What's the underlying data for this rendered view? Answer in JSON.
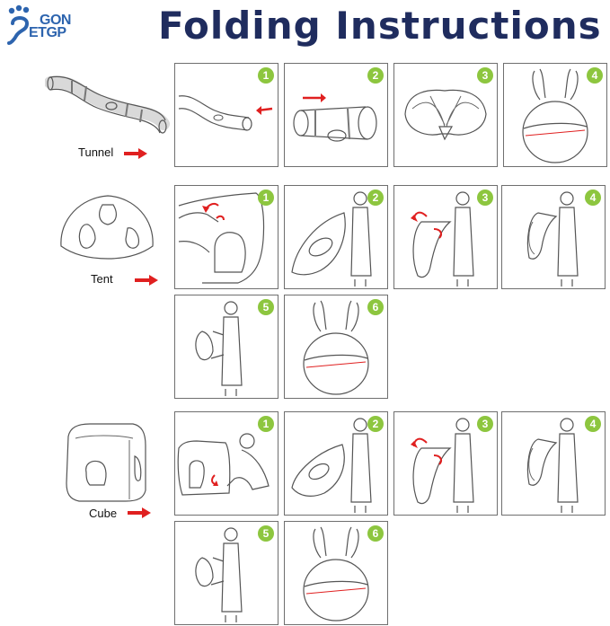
{
  "brand": {
    "line1": "GON",
    "line2": "ETGP",
    "logo_icon": "paw-icon",
    "color": "#2d64ae"
  },
  "title": "Folding Instructions",
  "colors": {
    "title": "#1f2c5e",
    "badge": "#8dc63f",
    "arrow": "#e02020",
    "border": "#6f6f6f"
  },
  "sections": [
    {
      "label": "Tunnel",
      "steps": [
        "1",
        "2",
        "3",
        "4"
      ]
    },
    {
      "label": "Tent",
      "steps": [
        "1",
        "2",
        "3",
        "4",
        "5",
        "6"
      ]
    },
    {
      "label": "Cube",
      "steps": [
        "1",
        "2",
        "3",
        "4",
        "5",
        "6"
      ]
    }
  ]
}
